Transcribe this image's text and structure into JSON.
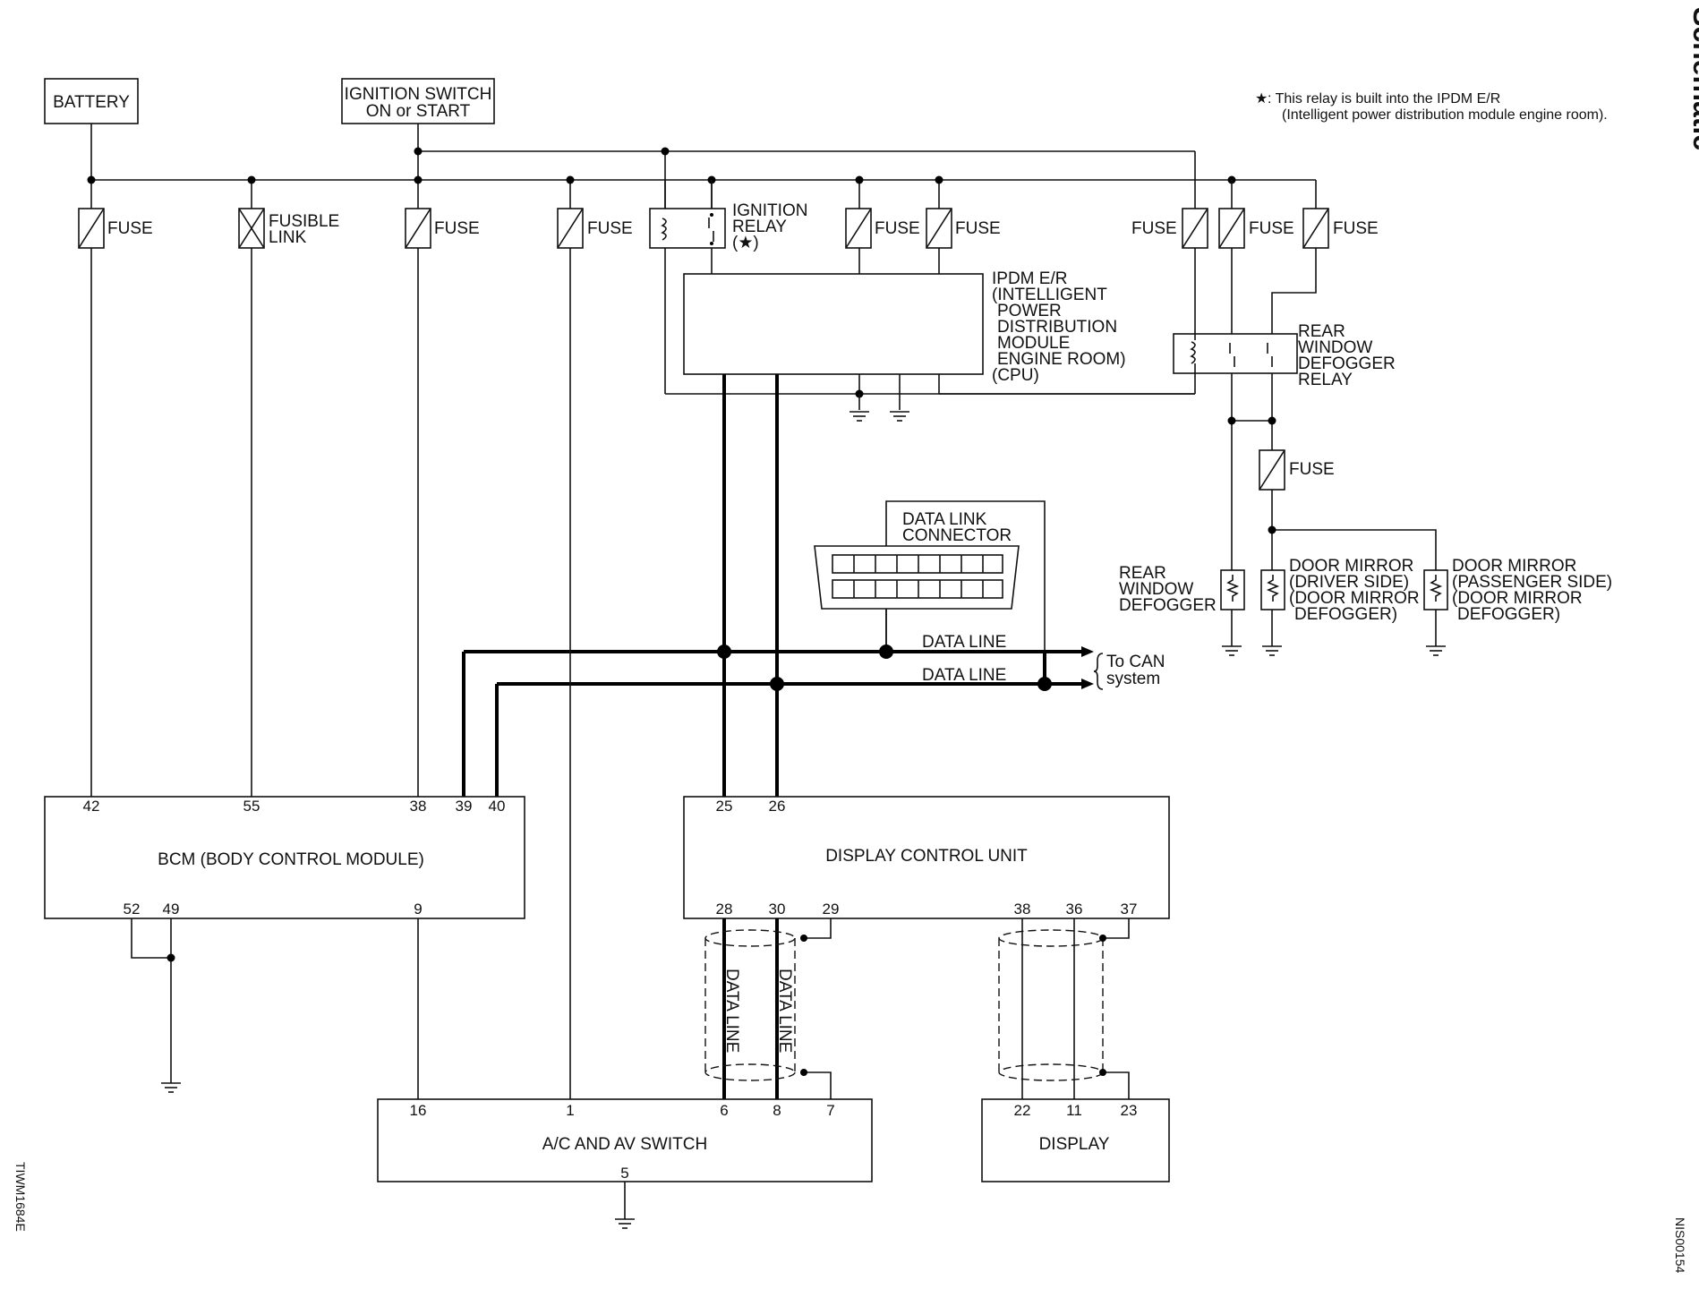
{
  "page_title": "Schematic",
  "note": {
    "star": "★",
    "line1": ": This relay is built into the IPDM E/R",
    "line2": "(Intelligent power distribution module engine room)."
  },
  "sources": {
    "battery": "BATTERY",
    "ignition_l1": "IGNITION SWITCH",
    "ignition_l2": "ON or START"
  },
  "fuse_label": "FUSE",
  "fusible_link": [
    "FUSIBLE",
    "LINK"
  ],
  "ignition_relay": [
    "IGNITION",
    "RELAY",
    "(★)"
  ],
  "ipdm": [
    "IPDM E/R",
    "(INTELLIGENT",
    "POWER",
    "DISTRIBUTION",
    "MODULE",
    "ENGINE ROOM)",
    "(CPU)"
  ],
  "rear_defogger_relay": [
    "REAR",
    "WINDOW",
    "DEFOGGER",
    "RELAY"
  ],
  "rear_window_defogger": [
    "REAR",
    "WINDOW",
    "DEFOGGER"
  ],
  "door_mirror_driver": [
    "DOOR MIRROR",
    "(DRIVER SIDE)",
    "(DOOR MIRROR",
    "DEFOGGER)"
  ],
  "door_mirror_passenger": [
    "DOOR MIRROR",
    "(PASSENGER SIDE)",
    "(DOOR MIRROR",
    "DEFOGGER)"
  ],
  "data_link_connector": [
    "DATA LINK",
    "CONNECTOR"
  ],
  "data_line": "DATA LINE",
  "to_can": [
    "To CAN",
    "system"
  ],
  "bcm": {
    "label": "BCM (BODY CONTROL MODULE)",
    "top_pins": [
      "42",
      "55",
      "38",
      "39",
      "40"
    ],
    "bottom_pins": [
      "52",
      "49",
      "9"
    ]
  },
  "dcu": {
    "label": "DISPLAY CONTROL UNIT",
    "top_pins": [
      "25",
      "26"
    ],
    "bottom_pins": [
      "28",
      "30",
      "29",
      "38",
      "36",
      "37"
    ]
  },
  "av_switch": {
    "label": "A/C AND AV SWITCH",
    "top_pins": [
      "16",
      "1",
      "6",
      "8",
      "7"
    ],
    "bottom_pins": [
      "5"
    ]
  },
  "display": {
    "label": "DISPLAY",
    "top_pins": [
      "22",
      "11",
      "23"
    ]
  },
  "side_codes": {
    "left": "TIWM1684E",
    "right": "NIS00154"
  }
}
